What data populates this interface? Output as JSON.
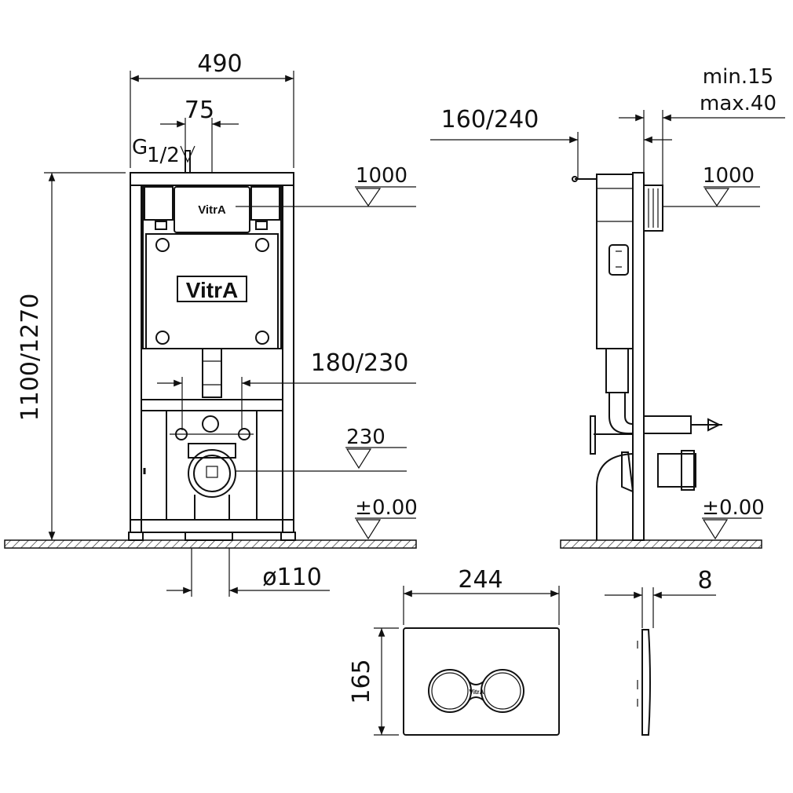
{
  "dimensions": {
    "frame_width": "490",
    "inlet_offset": "75",
    "inlet_thread_main": "G",
    "inlet_thread_frac": "1/2",
    "frame_height": "1100/1270",
    "cistern_level_front": "1000",
    "bolt_spacing": "180/230",
    "outlet_height": "230",
    "floor_level_front": "±0.00",
    "outlet_diameter": "ø110",
    "depth": "160/240",
    "wall_min": "min.15",
    "wall_max": "max.40",
    "cistern_level_side": "1000",
    "floor_level_side": "±0.00",
    "plate_width": "244",
    "plate_height": "165",
    "plate_thickness": "8"
  },
  "branding": {
    "logo_small": "VitrA",
    "logo_large": "VitrA",
    "logo_plate": "VitrA"
  }
}
